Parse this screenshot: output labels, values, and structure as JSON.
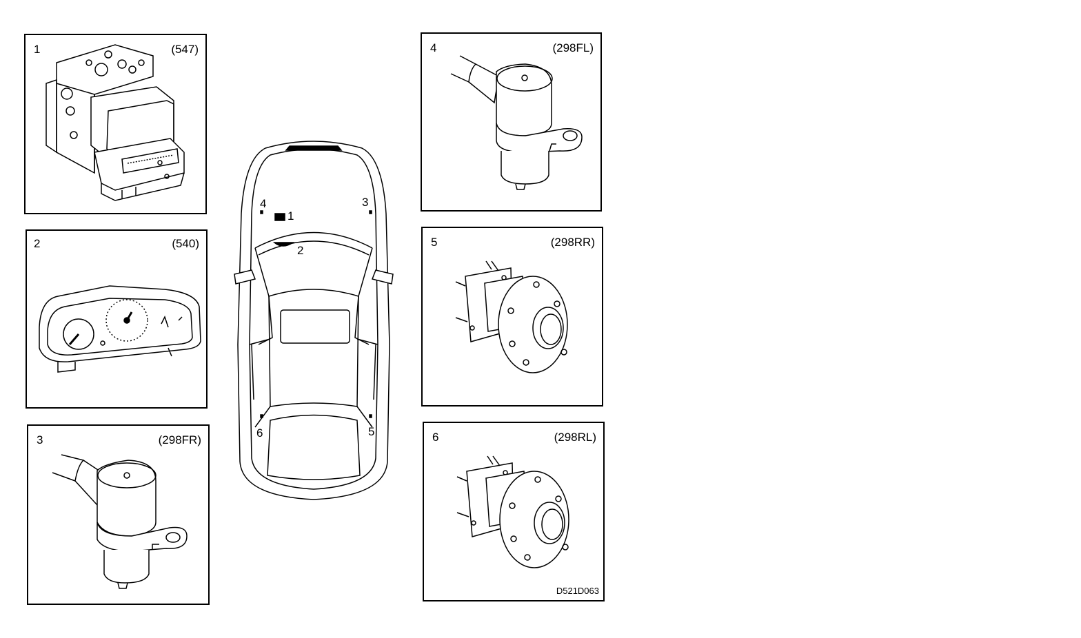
{
  "panels": [
    {
      "number": "1",
      "code": "(547)",
      "part": "abs-hydraulic-modulator"
    },
    {
      "number": "2",
      "code": "(540)",
      "part": "instrument-cluster"
    },
    {
      "number": "3",
      "code": "(298FR)",
      "part": "wheel-speed-sensor-front-right"
    },
    {
      "number": "4",
      "code": "(298FL)",
      "part": "wheel-speed-sensor-front-left"
    },
    {
      "number": "5",
      "code": "(298RR)",
      "part": "rear-wheel-hub-right"
    },
    {
      "number": "6",
      "code": "(298RL)",
      "part": "rear-wheel-hub-left"
    }
  ],
  "car_labels": {
    "l1": "1",
    "l2": "2",
    "l3": "3",
    "l4": "4",
    "l5": "5",
    "l6": "6"
  },
  "drawing_code": "D521D063"
}
